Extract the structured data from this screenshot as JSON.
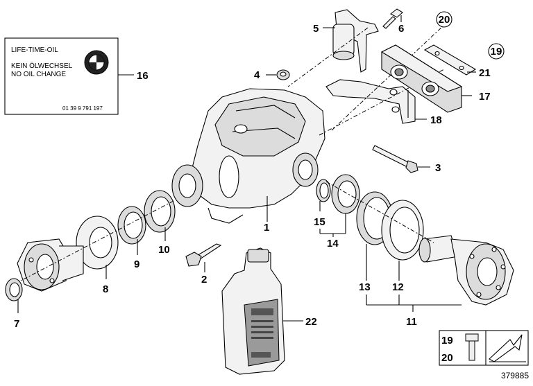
{
  "label_card": {
    "line1": "LIFE-TIME-OIL",
    "line2": "KEIN ÖLWECHSEL",
    "line3": "NO OIL CHANGE",
    "part_number": "01 39 9 791 197"
  },
  "callouts": {
    "c1": "1",
    "c2": "2",
    "c3": "3",
    "c4": "4",
    "c5": "5",
    "c6": "6",
    "c7": "7",
    "c8": "8",
    "c9": "9",
    "c10": "10",
    "c11": "11",
    "c12": "12",
    "c13": "13",
    "c14": "14",
    "c15": "15",
    "c16": "16",
    "c17": "17",
    "c18": "18",
    "c19": "19",
    "c20": "20",
    "c21": "21",
    "c22": "22"
  },
  "legend": {
    "a": "19",
    "b": "20"
  },
  "diagram_id": "379885",
  "colors": {
    "line": "#000000",
    "fill": "#f2f2f2",
    "shade": "#dcdcdc"
  }
}
